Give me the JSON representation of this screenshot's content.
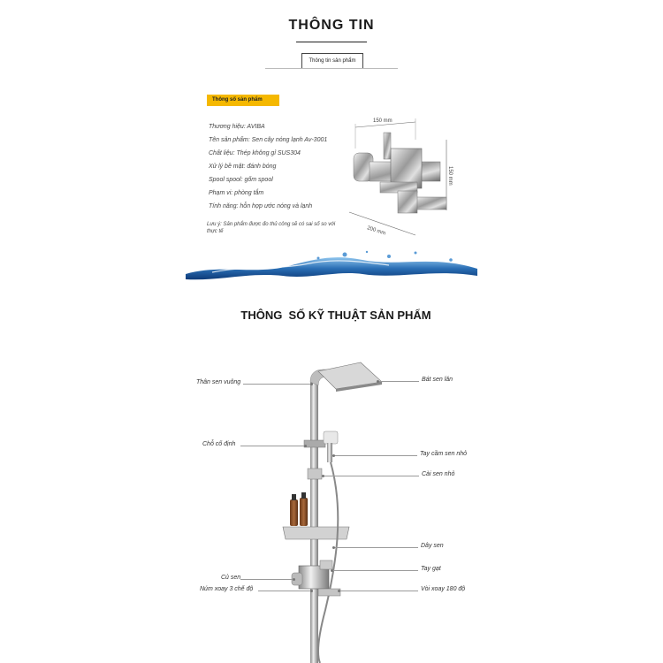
{
  "header": {
    "title": "THÔNG TIN",
    "tab_label": "Thông tin sản phẩm"
  },
  "specs": {
    "badge": "Thông số sản phẩm",
    "items": [
      "Thương hiệu: AVIBA",
      "Tên sản phẩm: Sen cây nóng lạnh Av-3001",
      "Chất liệu: Thép không gỉ SUS304",
      "Xử lý bề mặt: đánh bóng",
      "Spool spool: gốm spool",
      "Phạm vi: phòng tắm",
      "Tính năng: hỗn hợp ước nóng và lạnh"
    ],
    "note": "Lưu ý: Sản phẩm được đo thủ công sẽ có sai số so với thực tế"
  },
  "faucet_dims": {
    "width": "150 mm",
    "height": "150 mm",
    "length": "200 mm"
  },
  "technical": {
    "title": "THÔNG  SỐ KỸ THUẬT SẢN PHẨM",
    "labels_left": [
      "Thân sen vuông",
      "Chỗ cố định",
      "Củ sen",
      "Núm xoay 3 chế độ"
    ],
    "labels_right": [
      "Bát sen lăn",
      "Tay cầm sen nhỏ",
      "Cài sen nhỏ",
      "Dây sen",
      "Tay gạt",
      "Vòi xoay 180 độ"
    ]
  }
}
